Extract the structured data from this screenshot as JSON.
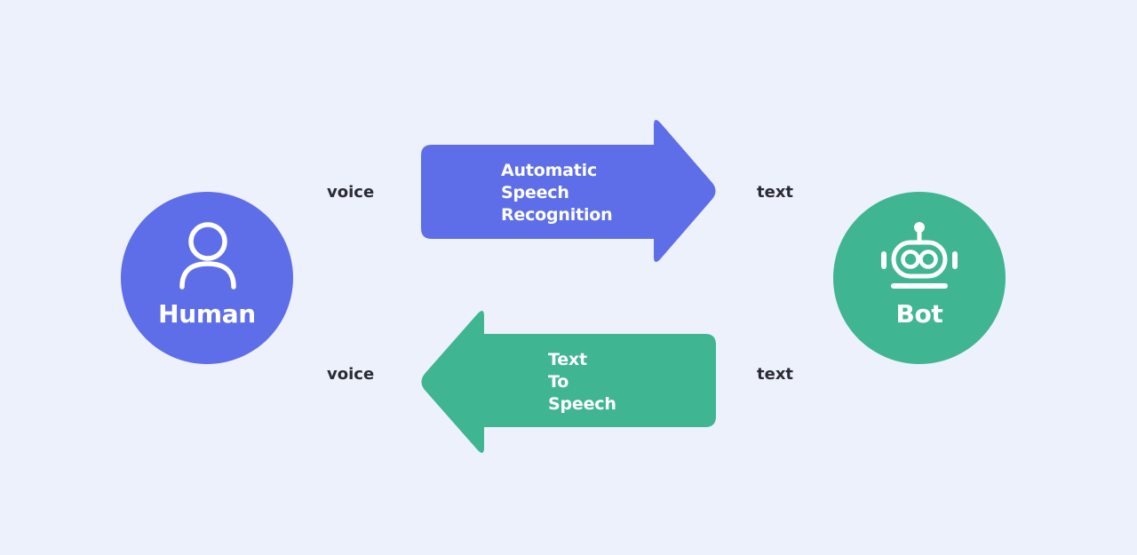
{
  "colors": {
    "background": "#edf1fc",
    "asr": "#5e6ee8",
    "tts": "#40b592",
    "label_text": "#2b2b33",
    "node_text": "#ffffff"
  },
  "nodes": {
    "human": {
      "label": "Human",
      "icon": "user-icon",
      "color": "#5e6ee8"
    },
    "bot": {
      "label": "Bot",
      "icon": "robot-icon",
      "color": "#40b592"
    }
  },
  "arrows": {
    "asr": {
      "direction": "right",
      "color": "#5e6ee8",
      "lines": [
        "Automatic",
        "Speech",
        "Recognition"
      ],
      "input_label": "voice",
      "output_label": "text"
    },
    "tts": {
      "direction": "left",
      "color": "#40b592",
      "lines": [
        "Text",
        "To",
        "Speech"
      ],
      "input_label": "text",
      "output_label": "voice"
    }
  }
}
